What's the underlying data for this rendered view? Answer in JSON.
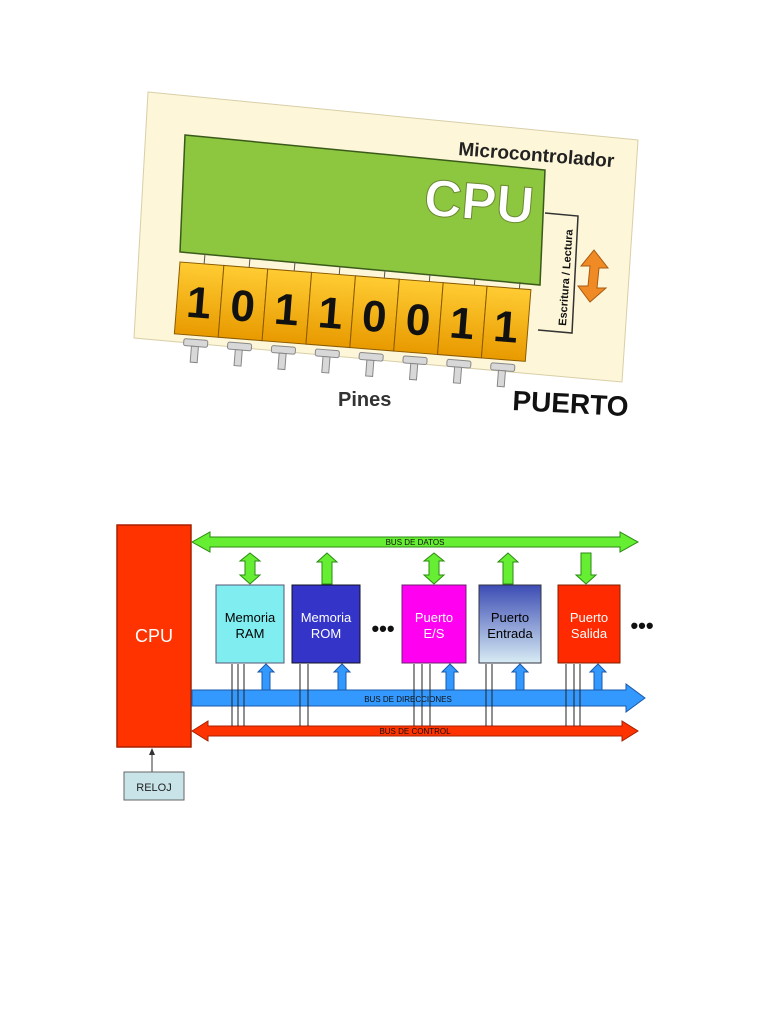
{
  "microcontroller": {
    "title": "Microcontrolador",
    "cpu_label": "CPU",
    "bits": [
      "1",
      "0",
      "1",
      "1",
      "0",
      "0",
      "1",
      "1"
    ],
    "rw_label": "Escritura / Lectura",
    "pins_label": "Pines",
    "port_label": "PUERTO",
    "colors": {
      "panel": "#fdf6d8",
      "cpu": "#8dc63f",
      "bit": "#f5b400",
      "arrow": "#f08a24"
    }
  },
  "architecture": {
    "cpu_label": "CPU",
    "clock_label": "RELOJ",
    "bus_data": "BUS DE DATOS",
    "bus_address": "BUS DE DIRECCIONES",
    "bus_control": "BUS DE CONTROL",
    "modules": [
      {
        "line1": "Memoria",
        "line2": "RAM",
        "color": "#80eef0",
        "text_color": "#000000"
      },
      {
        "line1": "Memoria",
        "line2": "ROM",
        "color": "#3434c8",
        "text_color": "#ffffff"
      },
      {
        "line1": "Puerto",
        "line2": "E/S",
        "color": "#ff00f0",
        "text_color": "#ffffff"
      },
      {
        "line1": "Puerto",
        "line2": "Entrada",
        "color": "#6a80c8",
        "text_color": "#000000"
      },
      {
        "line1": "Puerto",
        "line2": "Salida",
        "color": "#ff2a00",
        "text_color": "#ffffff"
      }
    ],
    "ellipsis": "•••",
    "colors": {
      "cpu": "#ff3300",
      "data_bus": "#66ee33",
      "address_bus": "#3399ff",
      "control_bus": "#ff3300",
      "clock": "#c8e4e8"
    }
  }
}
